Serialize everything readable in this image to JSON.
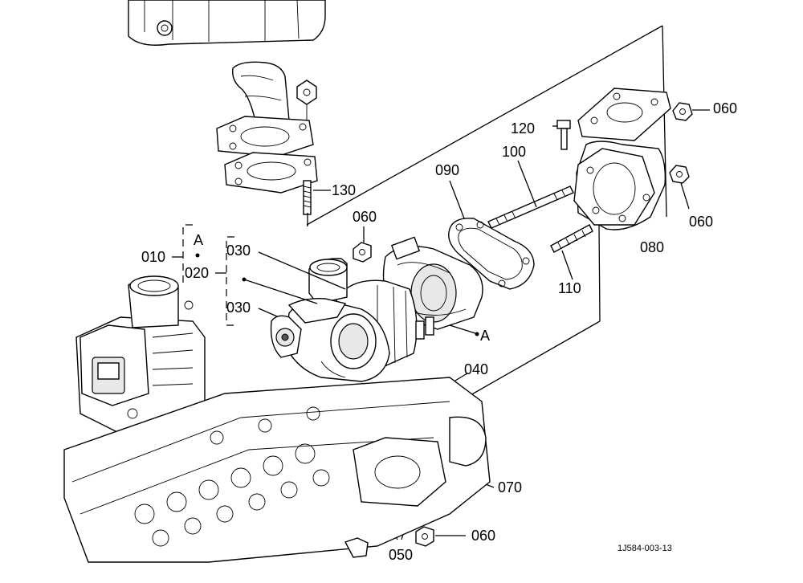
{
  "diagram": {
    "drawing_code": "1J584-003-13",
    "callouts": {
      "p010": "010",
      "p020": "020",
      "p030a": "030",
      "p030b": "030",
      "p040": "040",
      "p050": "050",
      "p060a": "060",
      "p060b": "060",
      "p060c": "060",
      "p060d": "060",
      "p070": "070",
      "p080": "080",
      "p090": "090",
      "p100": "100",
      "p110": "110",
      "p120": "120",
      "p130": "130"
    },
    "markers": {
      "group_a": "A",
      "turbo_a": "A"
    }
  }
}
